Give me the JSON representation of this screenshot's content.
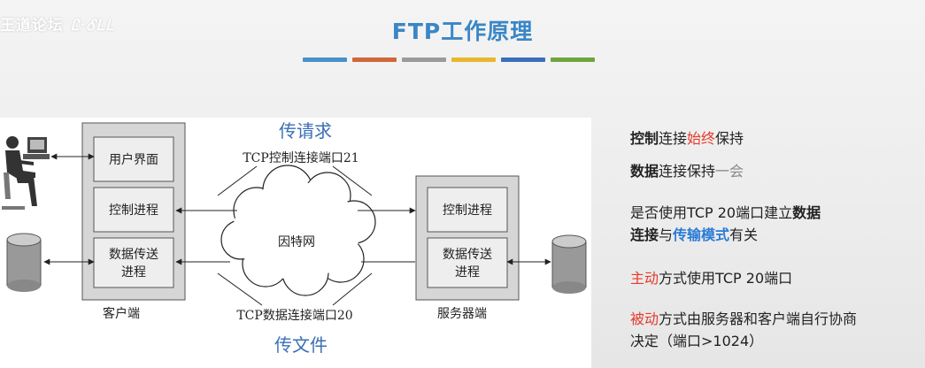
{
  "watermark": {
    "text": "王道论坛"
  },
  "title": "FTP工作原理",
  "colors": {
    "bars": [
      "#4a90c8",
      "#d0663a",
      "#9a9a9a",
      "#e8b72e",
      "#3b6fba",
      "#6ea53f"
    ]
  },
  "diagram": {
    "client_boxes": [
      "用户界面",
      "控制进程",
      "数据传送",
      "进程"
    ],
    "server_boxes": [
      "控制进程",
      "数据传送",
      "进程"
    ],
    "client_label": "客户端",
    "server_label": "服务器端",
    "cloud_label": "因特网",
    "top_note": "传请求",
    "bottom_note": "传文件",
    "control_conn": "TCP控制连接端口21",
    "data_conn": "TCP数据连接端口20"
  },
  "notes": {
    "line1": {
      "a": "控制",
      "b": "连接",
      "c": "始终",
      "d": "保持"
    },
    "line2": {
      "a": "数据",
      "b": "连接保持",
      "c": "一会"
    },
    "line3": {
      "a": "是否使用TCP 20端口建立",
      "b": "数据"
    },
    "line4": {
      "a": "连接",
      "b": "与",
      "c": "传输模式",
      "d": "有关"
    },
    "line5": {
      "a": "主动",
      "b": "方式使用TCP 20端口"
    },
    "line6": {
      "a": "被动",
      "b": "方式由服务器和客户端自行协商"
    },
    "line7": "决定（端口>1024）"
  }
}
